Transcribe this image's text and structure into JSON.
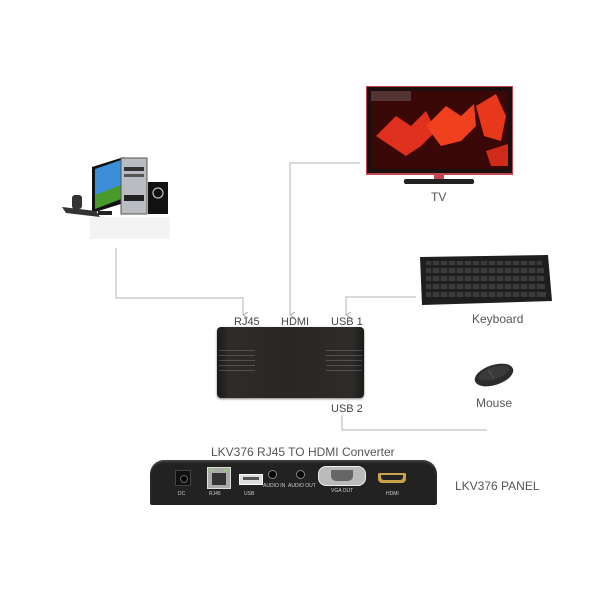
{
  "diagram": {
    "devices": {
      "pc": {
        "icon": "desktop-computer-icon"
      },
      "tv": {
        "label": "TV",
        "icon": "tv-icon"
      },
      "keyboard": {
        "label": "Keyboard",
        "icon": "keyboard-icon"
      },
      "mouse": {
        "label": "Mouse",
        "icon": "mouse-icon"
      }
    },
    "converter_box": {
      "ports_top": [
        "RJ45",
        "HDMI",
        "USB 1"
      ],
      "port_bottom": "USB 2"
    },
    "panel": {
      "title": "LKV376 RJ45 TO HDMI Converter",
      "side_label": "LKV376 PANEL",
      "ports": [
        "DC",
        "RJ45",
        "USB",
        "AUDIO IN",
        "AUDIO OUT",
        "VGA OUT",
        "HDMI"
      ]
    },
    "connections": [
      {
        "from": "pc",
        "to": "RJ45"
      },
      {
        "from": "tv",
        "to": "HDMI"
      },
      {
        "from": "keyboard",
        "to": "USB 1"
      },
      {
        "from": "mouse",
        "to": "USB 2"
      }
    ],
    "colors": {
      "line": "#b5b5b5",
      "box": "#2a2623",
      "tv_frame": "#c0464f",
      "tv_screen": "#e0301e"
    }
  }
}
